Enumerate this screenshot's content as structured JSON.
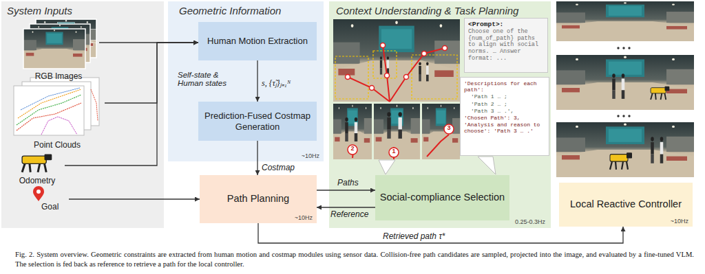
{
  "diagram": {
    "caption": "Fig. 2. System overview. Geometric constraints are extracted from human motion and costmap modules using sensor data. Collision-free path candidates are sampled, projected into the image, and evaluated by a fine-tuned VLM. The selection is fed back as reference to retrieve a path for the local controller.",
    "nodes": [
      {
        "text": [
          "System Inputs"
        ]
      },
      {
        "text": [
          "RGB Images"
        ],
        "in": 0
      },
      {
        "text": [
          "Point Clouds"
        ],
        "in": 0
      },
      {
        "text": [
          "Odometry"
        ],
        "in": 0
      },
      {
        "text": [
          "Goal"
        ],
        "in": 0
      },
      {
        "text": [
          "Geometric Information",
          "~10Hz"
        ]
      },
      {
        "text": [
          "Human Motion Extraction"
        ],
        "in": 5
      },
      {
        "text": [
          "Prediction-Fused Costmap Generation"
        ],
        "in": 5
      },
      {
        "text": [
          "Path Planning",
          "~10Hz"
        ]
      },
      {
        "text": [
          "Context Understanding & Task Planning",
          "0.25-0.3Hz"
        ]
      },
      {
        "text": [
          "<Prompt>:",
          "Choose one of the {num_of_path} paths to align with social norms. … Answer format: ..."
        ],
        "in": 9
      },
      {
        "text": [
          "'Descriptions for each path':",
          "'Path 1 … ;",
          "'Path 2 … ;",
          "'Path 3 … .',",
          "'Chosen Path': 3,",
          "'Analysis and reason to choose': 'Path 3 … .'"
        ],
        "in": 9
      },
      {
        "text": [
          "Social-compliance Selection"
        ],
        "in": 9
      },
      {
        "text": [
          "Local Reactive Controller",
          "~10Hz"
        ]
      }
    ],
    "edges": [
      {
        "from": 1,
        "to": 6,
        "arrow": "to"
      },
      {
        "from": 2,
        "to": 6,
        "arrow": "to"
      },
      {
        "from": 3,
        "to": 6,
        "arrow": "to"
      },
      {
        "from": 6,
        "to": 7,
        "label": "Self-state & Human states",
        "arrow": "to"
      },
      {
        "from": 7,
        "to": 8,
        "label": "Costmap",
        "arrow": "to"
      },
      {
        "from": 4,
        "to": 8,
        "arrow": "to"
      },
      {
        "from": 8,
        "to": 12,
        "label": "Paths",
        "arrow": "to"
      },
      {
        "from": 12,
        "to": 8,
        "label": "Reference",
        "arrow": "to"
      },
      {
        "from": 8,
        "to": 13,
        "label": "Retrieved path τ*",
        "arrow": "to"
      }
    ],
    "labels": [
      "s, {τ̃ⱼ}ⱼ₌₁ᴺ",
      "2",
      "1",
      "3"
    ]
  }
}
